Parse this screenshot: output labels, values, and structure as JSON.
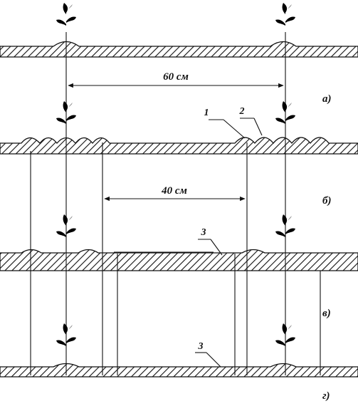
{
  "dimensions": {
    "row_spacing": "60 см",
    "band_width": "40 см"
  },
  "callouts": {
    "one": "1",
    "two": "2",
    "three_c": "3",
    "three_d": "3"
  },
  "panels": [
    "а)",
    "б)",
    "в)",
    "г)"
  ]
}
